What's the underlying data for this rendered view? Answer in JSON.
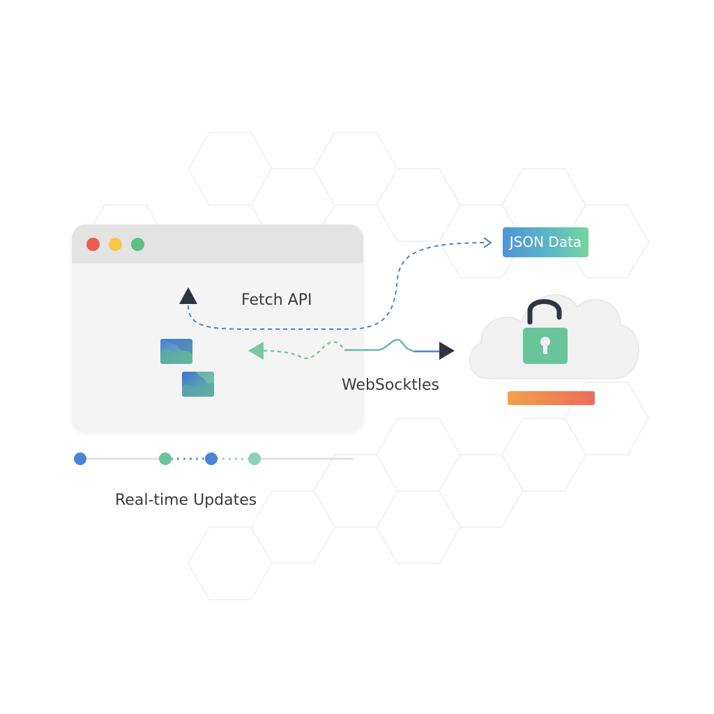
{
  "labels": {
    "fetch_api": "Fetch API",
    "websockets": "WebSocktles",
    "realtime_updates": "Real-time Updates",
    "json_data": "JSON Data"
  },
  "colors": {
    "window_red": "#ec5b52",
    "window_yellow": "#f4c84a",
    "window_green": "#5cbf8a",
    "fetch_path": "#4a86c8",
    "ws_green": "#7cc89c",
    "ws_blue": "#4f86c8",
    "arrow_dark": "#2f3540",
    "lock_green": "#69c49a",
    "status_orange": "#f2a14c",
    "status_red": "#ee6b5b"
  },
  "icons": {
    "browser": "browser-window-icon",
    "cloud": "cloud-icon",
    "lock": "unlocked-padlock-icon"
  },
  "timeline": {
    "points": [
      {
        "color": "#4a86d8"
      },
      {
        "color": "#6cc49a"
      },
      {
        "color": "#4a86d8"
      },
      {
        "color": "#8cd0b8"
      }
    ]
  }
}
